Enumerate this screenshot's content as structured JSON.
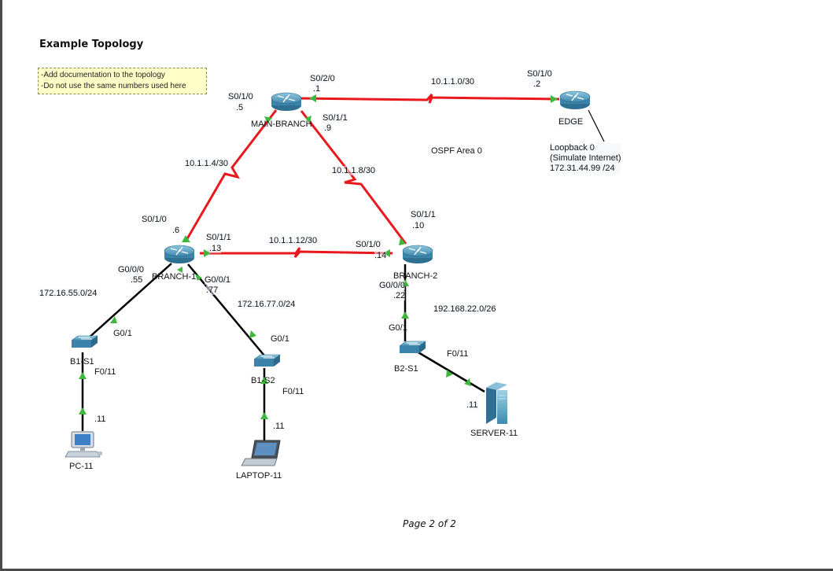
{
  "title": "Example Topology",
  "notes": [
    "-Add documentation to the topology",
    "-Do not use the same numbers used here"
  ],
  "devices": {
    "main_branch": "MAIN-BRANCH",
    "edge": "EDGE",
    "branch1": "BRANCH-1",
    "branch2": "BRANCH-2",
    "b1s1": "B1-S1",
    "b1s2": "B1-S2",
    "b2s1": "B2-S1",
    "pc": "PC-11",
    "laptop": "LAPTOP-11",
    "server": "SERVER-11"
  },
  "networks": {
    "wan_edge": "10.1.1.0/30",
    "wan_b1": "10.1.1.4/30",
    "wan_b2": "10.1.1.8/30",
    "wan_b1b2": "10.1.1.12/30",
    "lan_55": "172.16.55.0/24",
    "lan_77": "172.16.77.0/24",
    "lan_22": "192.168.22.0/26"
  },
  "area": "OSPF Area 0",
  "loopback": [
    "Loopback 0",
    "(Simulate Internet)",
    "172.31.44.99 /24"
  ],
  "ifaces": {
    "main_s010": "S0/1/0",
    "main_s010_ip": ".5",
    "main_s020": "S0/2/0",
    "main_s020_ip": ".1",
    "main_s011": "S0/1/1",
    "main_s011_ip": ".9",
    "edge_s010": "S0/1/0",
    "edge_s010_ip": ".2",
    "b1_s010": "S0/1/0",
    "b1_s010_ip": ".6",
    "b1_s011": "S0/1/1",
    "b1_s011_ip": ".13",
    "b1_g000": "G0/0/0",
    "b1_g000_ip": ".55",
    "b1_g001": "G0/0/1",
    "b1_g001_ip": ".77",
    "b2_s011": "S0/1/1",
    "b2_s011_ip": ".10",
    "b2_s010": "S0/1/0",
    "b2_s010_ip": ".14",
    "b2_g000": "G0/0/0",
    "b2_g000_ip": ".22",
    "s1_g01": "G0/1",
    "s1_f011": "F0/11",
    "s2_g01": "G0/1",
    "s2_f011": "F0/11",
    "b2s1_g01": "G0/1",
    "b2s1_f011": "F0/11",
    "pc_ip": ".11",
    "laptop_ip": ".11",
    "server_ip": ".11"
  },
  "footer": "Page 2 of 2",
  "colors": {
    "serial": "#e8181d",
    "ethernet": "#000000",
    "link_up": "#3db83d",
    "router": "#2f7fa6",
    "note_bg": "#ffffc8"
  }
}
